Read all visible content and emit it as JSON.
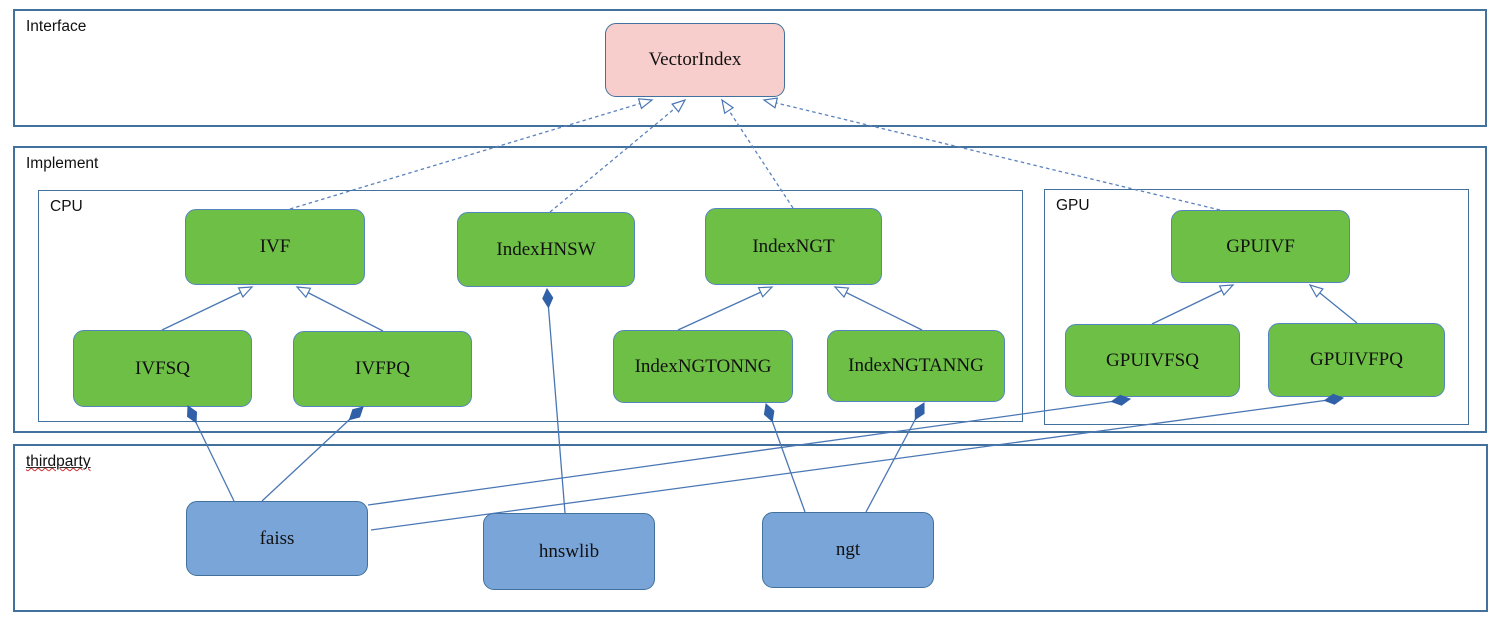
{
  "diagram": {
    "title": "VectorIndex architecture diagram",
    "containers": {
      "interface": {
        "label": "Interface"
      },
      "implement": {
        "label": "Implement"
      },
      "cpu": {
        "label": "CPU"
      },
      "gpu": {
        "label": "GPU"
      },
      "thirdparty": {
        "label": "thirdparty",
        "spellcheck_underline": true
      }
    },
    "nodes": {
      "vectorindex": {
        "label": "VectorIndex",
        "kind": "interface",
        "container": "interface"
      },
      "ivf": {
        "label": "IVF",
        "kind": "class",
        "container": "cpu"
      },
      "indexhnsw": {
        "label": "IndexHNSW",
        "kind": "class",
        "container": "cpu"
      },
      "indexngt": {
        "label": "IndexNGT",
        "kind": "class",
        "container": "cpu"
      },
      "ivfsq": {
        "label": "IVFSQ",
        "kind": "class",
        "container": "cpu"
      },
      "ivfpq": {
        "label": "IVFPQ",
        "kind": "class",
        "container": "cpu"
      },
      "indexngtonng": {
        "label": "IndexNGTONNG",
        "kind": "class",
        "container": "cpu"
      },
      "indexngtanng": {
        "label": "IndexNGTANNG",
        "kind": "class",
        "container": "cpu"
      },
      "gpuivf": {
        "label": "GPUIVF",
        "kind": "class",
        "container": "gpu"
      },
      "gpuivfsq": {
        "label": "GPUIVFSQ",
        "kind": "class",
        "container": "gpu"
      },
      "gpuivfpq": {
        "label": "GPUIVFPQ",
        "kind": "class",
        "container": "gpu"
      },
      "faiss": {
        "label": "faiss",
        "kind": "library",
        "container": "thirdparty"
      },
      "hnswlib": {
        "label": "hnswlib",
        "kind": "library",
        "container": "thirdparty"
      },
      "ngt": {
        "label": "ngt",
        "kind": "library",
        "container": "thirdparty"
      }
    },
    "edges": [
      {
        "from": "IVF",
        "to": "VectorIndex",
        "relation": "realization",
        "style": "dashed-hollow-arrow"
      },
      {
        "from": "IndexHNSW",
        "to": "VectorIndex",
        "relation": "realization",
        "style": "dashed-hollow-arrow"
      },
      {
        "from": "IndexNGT",
        "to": "VectorIndex",
        "relation": "realization",
        "style": "dashed-hollow-arrow"
      },
      {
        "from": "GPUIVF",
        "to": "VectorIndex",
        "relation": "realization",
        "style": "dashed-hollow-arrow"
      },
      {
        "from": "IVFSQ",
        "to": "IVF",
        "relation": "inheritance",
        "style": "solid-hollow-arrow"
      },
      {
        "from": "IVFPQ",
        "to": "IVF",
        "relation": "inheritance",
        "style": "solid-hollow-arrow"
      },
      {
        "from": "IndexNGTONNG",
        "to": "IndexNGT",
        "relation": "inheritance",
        "style": "solid-hollow-arrow"
      },
      {
        "from": "IndexNGTANNG",
        "to": "IndexNGT",
        "relation": "inheritance",
        "style": "solid-hollow-arrow"
      },
      {
        "from": "GPUIVFSQ",
        "to": "GPUIVF",
        "relation": "inheritance",
        "style": "solid-hollow-arrow"
      },
      {
        "from": "GPUIVFPQ",
        "to": "GPUIVF",
        "relation": "inheritance",
        "style": "solid-hollow-arrow"
      },
      {
        "from": "faiss",
        "to": "IVFSQ",
        "relation": "composition",
        "style": "solid-filled-diamond"
      },
      {
        "from": "faiss",
        "to": "IVFPQ",
        "relation": "composition",
        "style": "solid-filled-diamond"
      },
      {
        "from": "faiss",
        "to": "GPUIVFSQ",
        "relation": "composition",
        "style": "solid-filled-diamond"
      },
      {
        "from": "faiss",
        "to": "GPUIVFPQ",
        "relation": "composition",
        "style": "solid-filled-diamond"
      },
      {
        "from": "hnswlib",
        "to": "IndexHNSW",
        "relation": "composition",
        "style": "solid-filled-diamond"
      },
      {
        "from": "ngt",
        "to": "IndexNGTONNG",
        "relation": "composition",
        "style": "solid-filled-diamond"
      },
      {
        "from": "ngt",
        "to": "IndexNGTANNG",
        "relation": "composition",
        "style": "solid-filled-diamond"
      }
    ],
    "colors": {
      "class_fill": "#6dbf45",
      "library_fill": "#7aa5d8",
      "interface_fill": "#f8cecc",
      "container_border": "#41719c",
      "connector": "#4a77b4",
      "dashed_connector": "#5b82bd",
      "diamond_fill": "#3060a8",
      "spellcheck_wave": "#d03030",
      "text": "#111111"
    }
  }
}
